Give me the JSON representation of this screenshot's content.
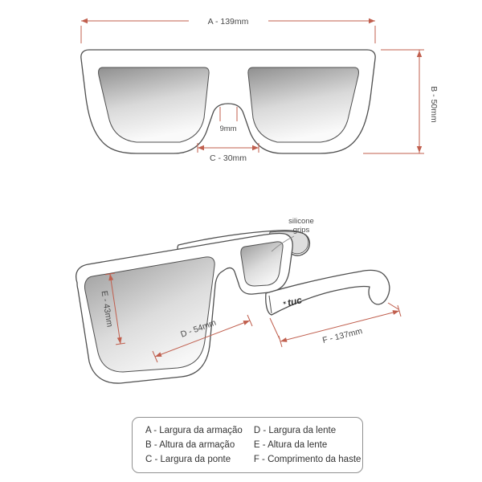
{
  "front_view": {
    "dim_a": "A - 139mm",
    "dim_b": "B - 50mm",
    "bridge_width": "9mm",
    "dim_c": "C - 30mm"
  },
  "side_view": {
    "silicone_label_line1": "silicone",
    "silicone_label_line2": "grips",
    "dim_d": "D - 54mm",
    "dim_e": "E - 43mm",
    "dim_f": "F - 137mm",
    "brand_mark": "✶",
    "brand_name": "tuc"
  },
  "legend": {
    "left": [
      "A - Largura da armação",
      "B - Altura da armação",
      "C - Largura da ponte"
    ],
    "right": [
      "D - Largura da lente",
      "E - Altura da lente",
      "F - Comprimento da haste"
    ]
  },
  "colors": {
    "dimension": "#c05f4e",
    "outline": "#4f4f4f",
    "text": "#4a4a4a"
  }
}
